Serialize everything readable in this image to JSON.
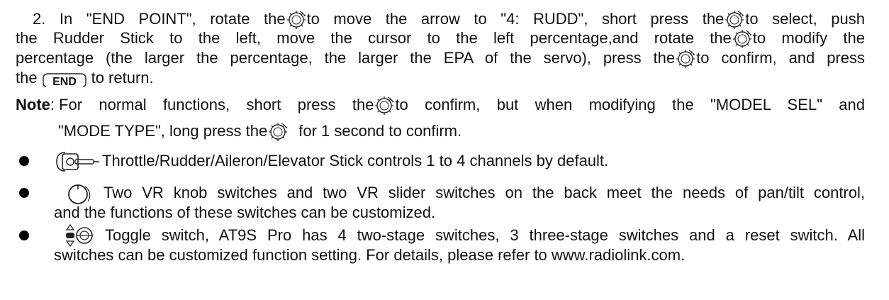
{
  "step2": {
    "l1_a": "2. In \"END POINT\", rotate the",
    "l1_b": "to move the arrow to \"4: RUDD\", short press the",
    "l1_c": "to select, push",
    "l2_a": "the Rudder Stick to the left, move the cursor to the left percentage,and rotate the",
    "l2_b": "to modify the",
    "l3_a": "percentage (the larger the percentage, the larger the EPA of the servo), press the",
    "l3_b": "to confirm, and press",
    "l4_a": "the",
    "l4_b": "to return."
  },
  "end_button": {
    "label": "END"
  },
  "note": {
    "label": "Note",
    "colon": ":",
    "l1_a": "For normal functions, short press the",
    "l1_b": "to confirm, but when modifying the \"MODEL SEL\" and",
    "l2_a": "\"MODE TYPE\",   long press the",
    "l2_b": "for 1 second to confirm."
  },
  "bullets": {
    "b1": "Throttle/Rudder/Aileron/Elevator Stick controls 1 to 4 channels by default.",
    "b2_l1": "Two VR knob switches and two VR slider switches on the back meet the needs of pan/tilt control,",
    "b2_l2": "and the functions of these switches can be customized.",
    "b3_l1": "Toggle switch, AT9S Pro has 4 two-stage switches, 3 three-stage switches and a reset switch. All",
    "b3_l2": "switches can be customized function setting. For details, please refer to www.radiolink.com."
  },
  "icons": {
    "dial": "rotary-dial-icon",
    "stick": "stick-icon",
    "knob": "vr-knob-icon",
    "toggle": "toggle-switch-icon",
    "end_button": "end-button-icon"
  }
}
